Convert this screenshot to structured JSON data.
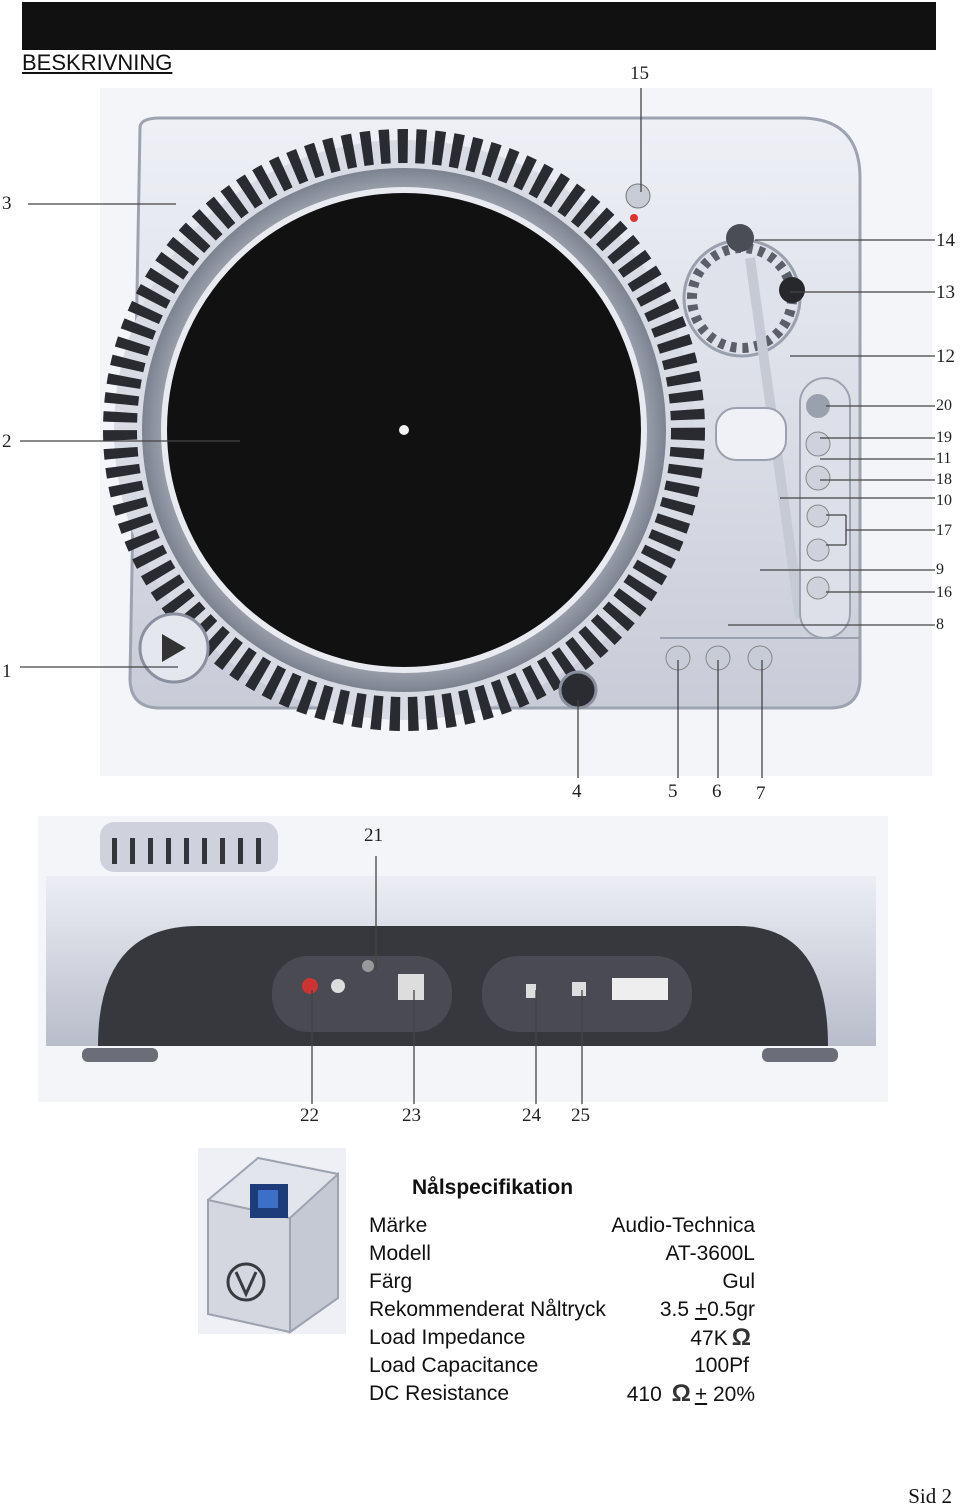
{
  "header": {
    "section_title": "BESKRIVNING"
  },
  "callouts_top": {
    "n15": "15",
    "n3": "3",
    "n14": "14",
    "n13": "13",
    "n12": "12",
    "n2": "2",
    "n20": "20",
    "n19": "19",
    "n11": "11",
    "n18": "18",
    "n10": "10",
    "n17": "17",
    "n9": "9",
    "n16": "16",
    "n8": "8",
    "n1": "1",
    "n4": "4",
    "n5": "5",
    "n6": "6",
    "n7": "7"
  },
  "callouts_rear": {
    "n21": "21",
    "n22": "22",
    "n23": "23",
    "n24": "24",
    "n25": "25"
  },
  "spec": {
    "title": "Nålspecifikation",
    "rows": [
      {
        "label": "Märke",
        "value": "Audio-Technica"
      },
      {
        "label": "Modell",
        "value": "AT-3600L"
      },
      {
        "label": "Färg",
        "value": "Gul"
      },
      {
        "label": "Rekommenderat Nåltryck",
        "value_a": "3.5",
        "value_pm": "+",
        "value_b": "0.5gr"
      },
      {
        "label": "Load Impedance",
        "value": "47K",
        "unit_symbol": "Ω"
      },
      {
        "label": "Load Capacitance",
        "value": "100Pf"
      },
      {
        "label": "DC Resistance",
        "value_a": "410",
        "unit_symbol": "Ω",
        "value_pm": "+",
        "value_b": "20%"
      }
    ]
  },
  "footer": {
    "page_label": "Sid 2"
  }
}
